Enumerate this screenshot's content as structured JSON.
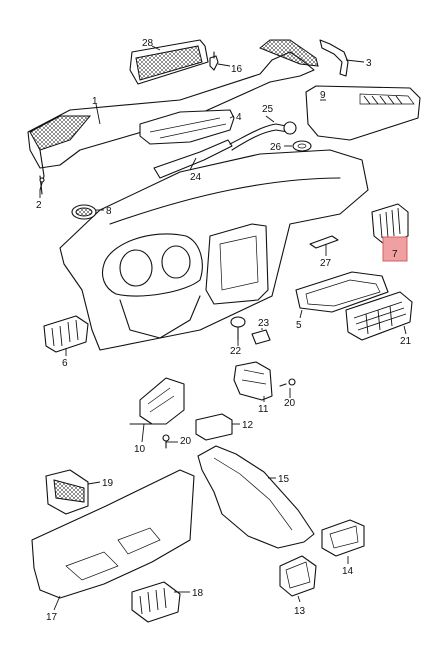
{
  "diagram": {
    "callouts": [
      {
        "id": "p28",
        "text": "28"
      },
      {
        "id": "p16",
        "text": "16"
      },
      {
        "id": "p3",
        "text": "3"
      },
      {
        "id": "p1",
        "text": "1"
      },
      {
        "id": "p4",
        "text": "4"
      },
      {
        "id": "p9",
        "text": "9"
      },
      {
        "id": "p25",
        "text": "25"
      },
      {
        "id": "p26",
        "text": "26"
      },
      {
        "id": "p2",
        "text": "2"
      },
      {
        "id": "p24",
        "text": "24"
      },
      {
        "id": "p8",
        "text": "8"
      },
      {
        "id": "p7",
        "text": "7"
      },
      {
        "id": "p27",
        "text": "27"
      },
      {
        "id": "p23",
        "text": "23"
      },
      {
        "id": "p5",
        "text": "5"
      },
      {
        "id": "p21",
        "text": "21"
      },
      {
        "id": "p6",
        "text": "6"
      },
      {
        "id": "p22",
        "text": "22"
      },
      {
        "id": "p11",
        "text": "11"
      },
      {
        "id": "p20a",
        "text": "20"
      },
      {
        "id": "p10",
        "text": "10"
      },
      {
        "id": "p12",
        "text": "12"
      },
      {
        "id": "p20b",
        "text": "20"
      },
      {
        "id": "p15",
        "text": "15"
      },
      {
        "id": "p19",
        "text": "19"
      },
      {
        "id": "p14",
        "text": "14"
      },
      {
        "id": "p18",
        "text": "18"
      },
      {
        "id": "p17",
        "text": "17"
      },
      {
        "id": "p13",
        "text": "13"
      }
    ],
    "highlight_color": "#f0a0a0"
  }
}
